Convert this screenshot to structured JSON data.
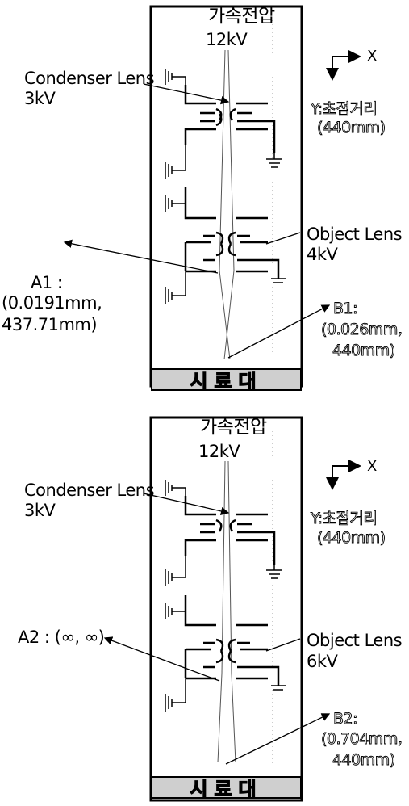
{
  "panels": [
    {
      "accel_label": "가속전압",
      "accel_value": "12kV",
      "axis_x": "X",
      "axis_y_label": "Y:초점거리",
      "axis_y_value": "(440mm)",
      "condenser_name": "Condenser Lens",
      "condenser_voltage": "3kV",
      "object_name": "Object Lens",
      "object_voltage": "4kV",
      "point_a_line1": "A1 :",
      "point_a_line2": "(0.0191mm,",
      "point_a_line3": "437.71mm)",
      "point_b_line1": "B1:",
      "point_b_line2": "(0.026mm,",
      "point_b_line3": "440mm)",
      "stage_label": "시료대"
    },
    {
      "accel_label": "가속전압",
      "accel_value": "12kV",
      "axis_x": "X",
      "axis_y_label": "Y:초점거리",
      "axis_y_value": "(440mm)",
      "condenser_name": "Condenser Lens",
      "condenser_voltage": "3kV",
      "object_name": "Object Lens",
      "object_voltage": "6kV",
      "point_a_line1": "A2 : (∞, ∞)",
      "point_b_line1": "B2:",
      "point_b_line2": "(0.704mm,",
      "point_b_line3": "440mm)",
      "stage_label": "시료대"
    }
  ]
}
